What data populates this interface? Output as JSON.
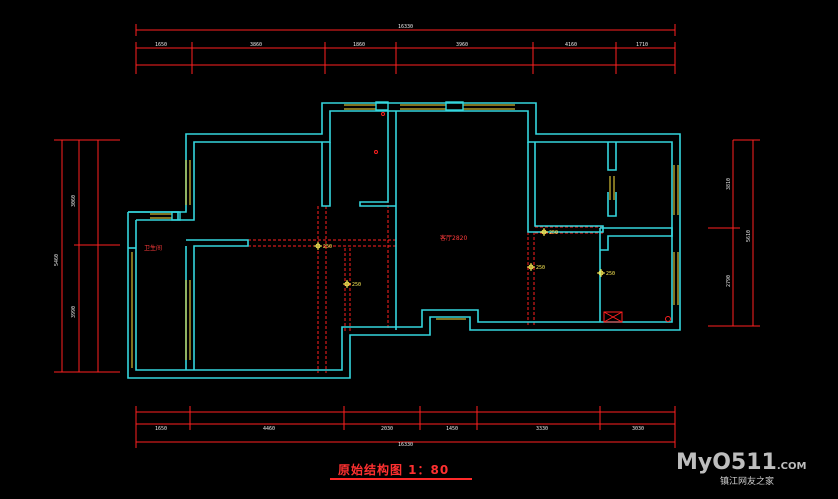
{
  "drawing": {
    "title": "原始结构图  1：80",
    "colors": {
      "background": "#000000",
      "wall": "#34d6de",
      "dimension": "#ff2020",
      "window": "#ffe640",
      "text": "#e8e8e8"
    }
  },
  "dimensions": {
    "top_overall": "16330",
    "top_segments": [
      "1650",
      "3860",
      "1860",
      "3960",
      "4160",
      "1710"
    ],
    "bottom_segments": [
      "1650",
      "4460",
      "2030",
      "1450",
      "3330",
      "3030"
    ],
    "bottom_overall": "16330",
    "left_segments": [
      "3060",
      "3990"
    ],
    "left_overall": "5460",
    "right_segments": [
      "3810",
      "2790"
    ],
    "right_overall": "5610"
  },
  "rooms": {
    "kitchen": "卫生间",
    "living": "客厅2820"
  },
  "elevations": [
    "250",
    "250",
    "250",
    "250",
    "250"
  ],
  "watermark": {
    "logo": "MyO511",
    "domain": ".COM",
    "subtitle": "镇江网友之家"
  }
}
